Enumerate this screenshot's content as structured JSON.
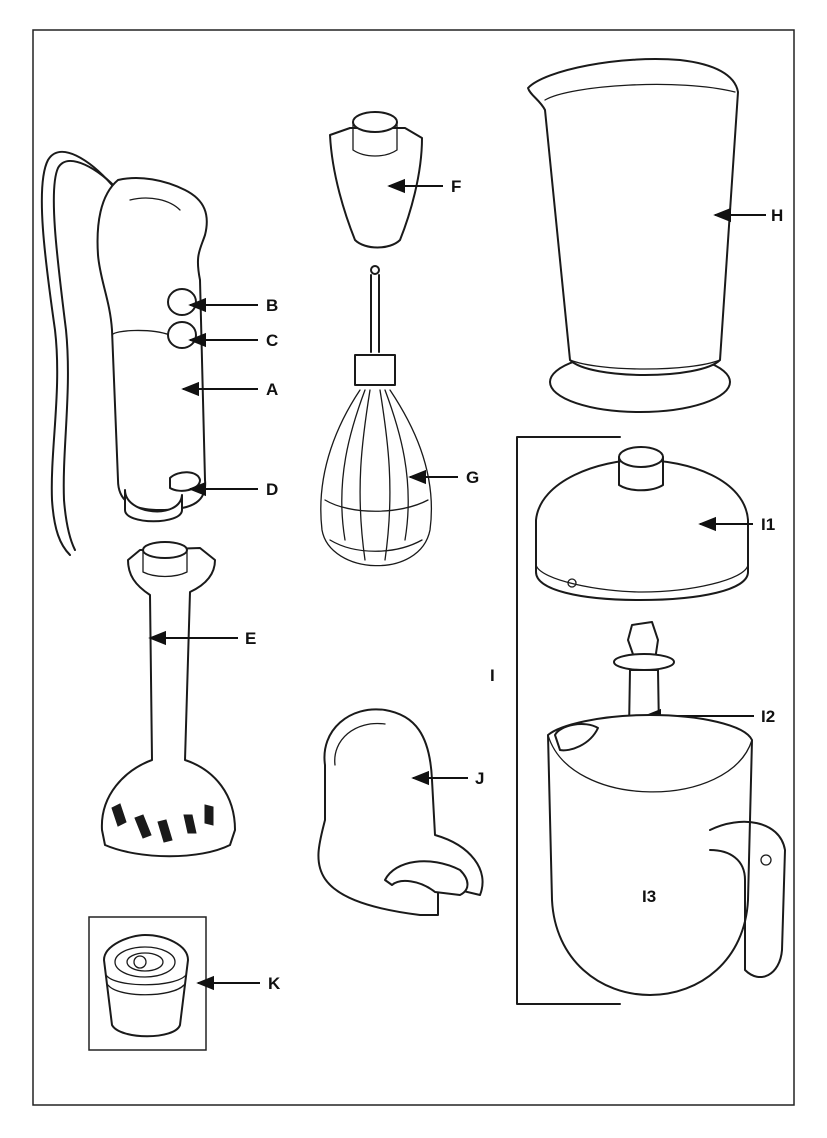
{
  "labels": {
    "A": "A",
    "B": "B",
    "C": "C",
    "D": "D",
    "E": "E",
    "F": "F",
    "G": "G",
    "H": "H",
    "I": "I",
    "I1": "I1",
    "I2": "I2",
    "I3": "I3",
    "J": "J",
    "K": "K"
  }
}
